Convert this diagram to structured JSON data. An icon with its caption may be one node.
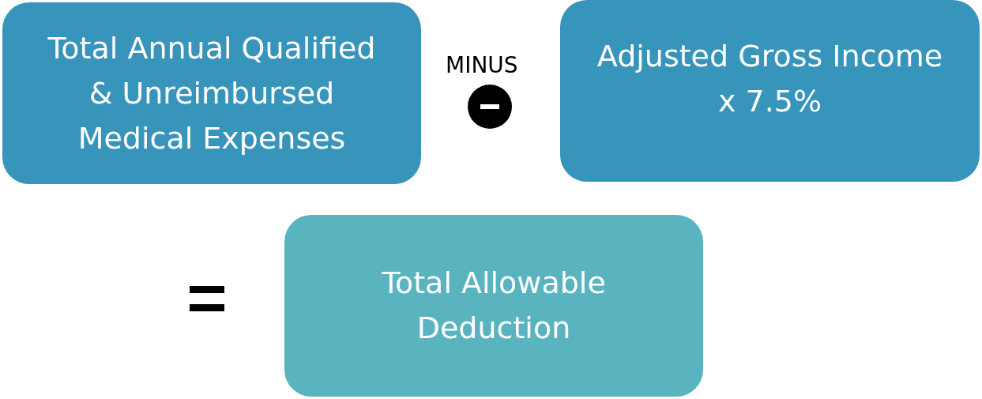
{
  "diagram": {
    "nodes": [
      {
        "text": [
          "Total Annual Qualified & Unreimbursed Medical Expenses"
        ]
      },
      {
        "text": [
          "Adjusted Gross Income x 7.5%"
        ]
      },
      {
        "text": [
          "Total Allowable Deduction"
        ]
      }
    ],
    "labels": [
      "MINUS"
    ]
  }
}
